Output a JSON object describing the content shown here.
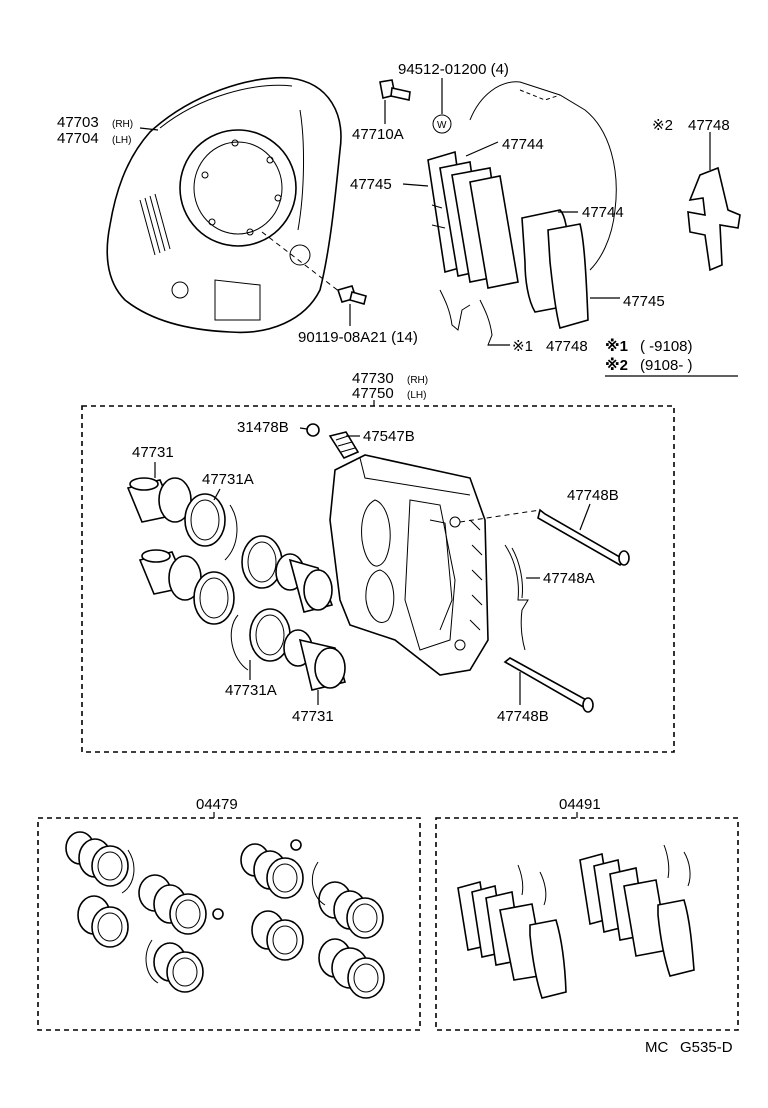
{
  "labels": {
    "shield_rh": "47703",
    "shield_rh_side": "(RH)",
    "shield_lh": "47704",
    "shield_lh_side": "(LH)",
    "bolt_47710a": "47710A",
    "washer_part": "94512-01200 (4)",
    "washer_symbol": "W",
    "pad_47744_a": "47744",
    "pad_47745_a": "47745",
    "pad_47744_b": "47744",
    "pad_47745_b": "47745",
    "bolt_90119": "90119-08A21 (14)",
    "clip_note2_mark": "※2",
    "clip_note2_part": "47748",
    "clip_note1_mark": "※1",
    "clip_note1_part": "47748",
    "note1_mark": "※1",
    "note1_text": "(        -9108)",
    "note2_mark": "※2",
    "note2_text": "(9108-          )",
    "caliper_rh": "47730",
    "caliper_rh_side": "(RH)",
    "caliper_lh": "47750",
    "caliper_lh_side": "(LH)",
    "cap_31478b": "31478B",
    "bleeder_47547b": "47547B",
    "piston_47731_a": "47731",
    "seal_47731a_a": "47731A",
    "pin_47748b_a": "47748B",
    "spring_47748a": "47748A",
    "seal_47731a_b": "47731A",
    "piston_47731_b": "47731",
    "pin_47748b_b": "47748B",
    "kit_04479": "04479",
    "kit_04491": "04491",
    "footer_mc": "MC",
    "footer_code": "G535-D"
  }
}
